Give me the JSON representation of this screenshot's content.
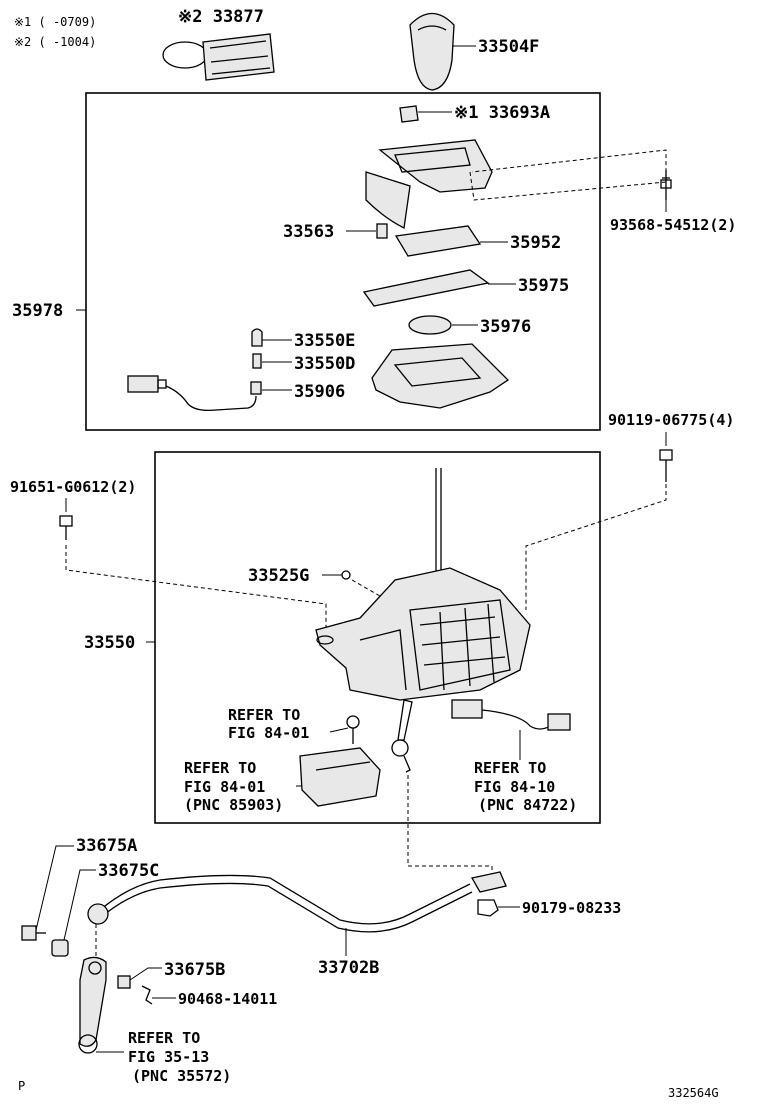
{
  "notes": {
    "note1": "※1 (     -0709)",
    "note2": "※2 (     -1004)"
  },
  "labels": {
    "p33877": "※2 33877",
    "p33504F": "33504F",
    "p33693A": "※1 33693A",
    "p93568": "93568-54512(2)",
    "p33563": "33563",
    "p35952": "35952",
    "p35975": "35975",
    "p35978": "35978",
    "p33550E": "33550E",
    "p35976": "35976",
    "p33550D": "33550D",
    "p35906": "35906",
    "p90119": "90119-06775(4)",
    "p91651": "91651-G0612(2)",
    "p33525G": "33525G",
    "p33550": "33550",
    "p33675A": "33675A",
    "p33675C": "33675C",
    "p90179": "90179-08233",
    "p33675B": "33675B",
    "p33702B": "33702B",
    "p90468": "90468-14011"
  },
  "refers": {
    "r1_line1": "REFER TO",
    "r1_line2": "FIG 84-01",
    "r2_line1": "REFER TO",
    "r2_line2": "FIG 84-01",
    "r2_line3": "(PNC 85903)",
    "r3_line1": "REFER TO",
    "r3_line2": "FIG 84-10",
    "r3_line3": "(PNC 84722)",
    "r4_line1": "REFER TO",
    "r4_line2": "FIG 35-13",
    "r4_line3": "(PNC 35572)"
  },
  "footer": {
    "left": "P",
    "right": "332564G"
  }
}
